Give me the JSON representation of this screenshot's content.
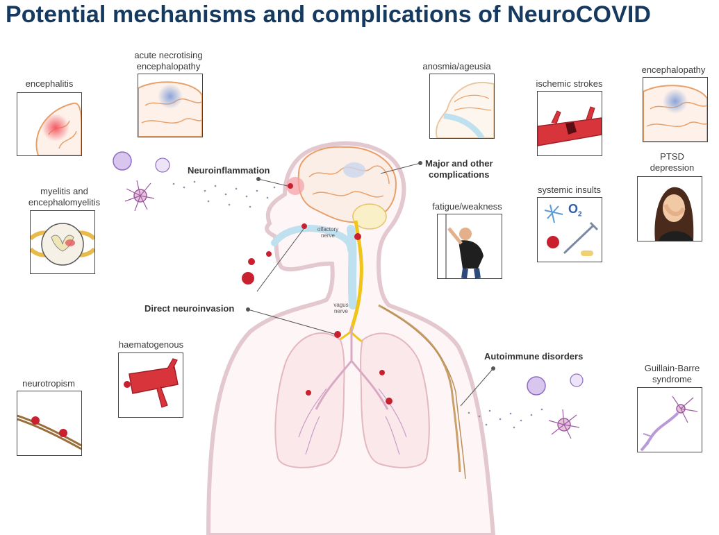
{
  "title": "Potential mechanisms and complications of NeuroCOVID",
  "mechanisms": {
    "neuroinflammation": "Neuroinflammation",
    "major_other_1": "Major and other",
    "major_other_2": "complications",
    "direct_neuroinvasion": "Direct neuroinvasion",
    "autoimmune": "Autoimmune disorders"
  },
  "anatomy": {
    "olfactory_1": "olfactory",
    "olfactory_2": "nerve",
    "vagus_1": "vagus",
    "vagus_2": "nerve"
  },
  "panels": {
    "encephalitis": "encephalitis",
    "anep_1": "acute necrotising",
    "anep_2": "encephalopathy",
    "myelitis_1": "myelitis and",
    "myelitis_2": "encephalomyelitis",
    "haematogenous": "haematogenous",
    "neurotropism": "neurotropism",
    "anosmia": "anosmia/ageusia",
    "ischemic": "ischemic strokes",
    "encephalopathy": "encephalopathy",
    "ptsd_1": "PTSD",
    "ptsd_2": "depression",
    "systemic": "systemic insults",
    "fatigue": "fatigue/weakness",
    "gbs_1": "Guillain-Barre",
    "gbs_2": "syndrome",
    "o2": "O",
    "o2_sub": "2"
  },
  "colors": {
    "title": "#163a5f",
    "nerve": "#f0c419",
    "virus": "#c8202f",
    "body_outline": "#e3c9cf",
    "brain_outline": "#e8a06a"
  }
}
